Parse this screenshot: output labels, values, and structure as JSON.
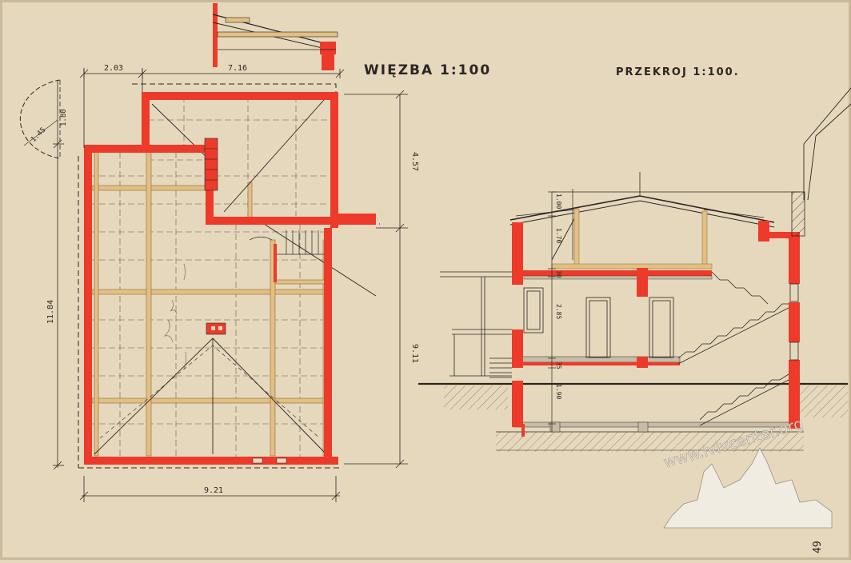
{
  "titles": {
    "roof_plan": "WIĘZBA  1:100",
    "section": "PRZEKROJ   1:100."
  },
  "plan_dimensions": {
    "width_top": "7.16",
    "offset_top": "2.03",
    "width_bottom": "9.21",
    "height_left": "11.84",
    "height_right_total": "9.11",
    "height_right_upper": "4.57",
    "radius_a": "1.45",
    "radius_b": "1.80"
  },
  "section_dimensions": {
    "ridge": "1.00",
    "attic": "1.70",
    "slab_upper": "30",
    "floor_height": "2.85",
    "slab_lower": "35",
    "basement": "1.90"
  },
  "watermark": "www.lvivcenter.org",
  "corner_mark": "49",
  "colors": {
    "paper": "#e6d8bd",
    "wall": "#ee3a2a",
    "timber": "#e2bf83",
    "ink": "#2a2622"
  }
}
